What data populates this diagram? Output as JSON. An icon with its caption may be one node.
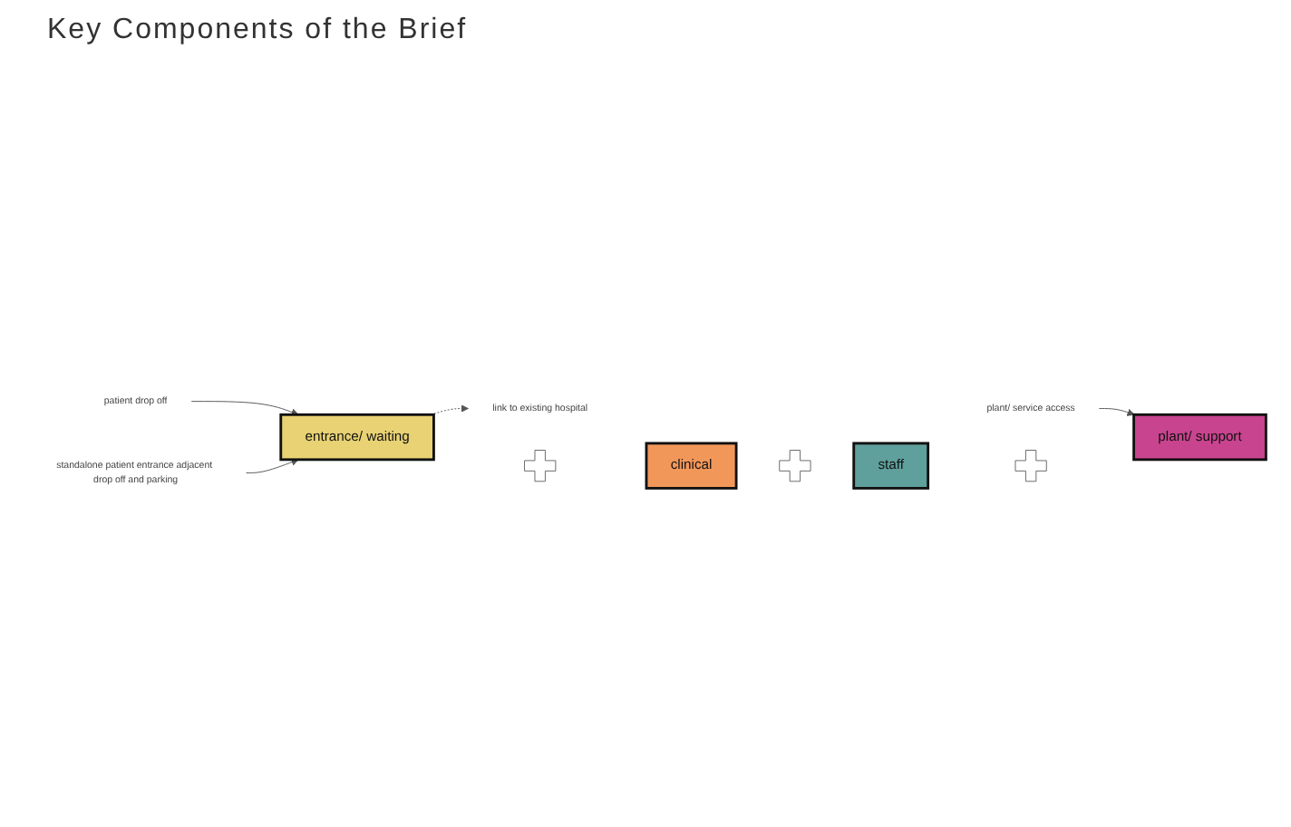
{
  "diagram": {
    "title": "Key Components of the Brief",
    "nodes": [
      {
        "text": [
          "patient drop off"
        ]
      },
      {
        "text": [
          "link to existing hospital"
        ]
      },
      {
        "text": [
          "entrance/ waiting"
        ]
      },
      {
        "text": [],
        "shape": "cross"
      },
      {
        "text": [
          "clinical"
        ]
      },
      {
        "text": [],
        "shape": "cross"
      },
      {
        "text": [
          "staff"
        ]
      },
      {
        "text": [],
        "shape": "cross"
      },
      {
        "text": [
          "plant/ support"
        ]
      },
      {
        "text": [
          "standalone patient entrance adjacent drop off and parking"
        ]
      },
      {
        "text": [
          "plant/ service access"
        ]
      }
    ],
    "edges": [
      {
        "from": 0,
        "to": 2,
        "arrow": "to"
      },
      {
        "from": 2,
        "to": 1,
        "arrow": "to",
        "style": "dashed"
      },
      {
        "from": 9,
        "to": 2,
        "arrow": "to"
      },
      {
        "from": 10,
        "to": 8,
        "arrow": "to"
      }
    ]
  }
}
